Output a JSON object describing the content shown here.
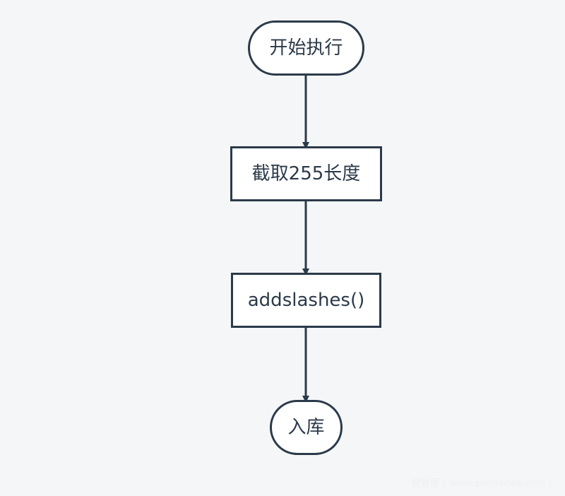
{
  "diagram": {
    "nodes": [
      {
        "id": "start",
        "label": "开始执行",
        "shape": "terminal"
      },
      {
        "id": "truncate",
        "label": "截取255长度",
        "shape": "process"
      },
      {
        "id": "addslashes",
        "label": "addslashes()",
        "shape": "process"
      },
      {
        "id": "store",
        "label": "入库",
        "shape": "terminal"
      }
    ],
    "edges": [
      {
        "from": "start",
        "to": "truncate"
      },
      {
        "from": "truncate",
        "to": "addslashes"
      },
      {
        "from": "addslashes",
        "to": "store"
      }
    ],
    "colors": {
      "background": "#f5f6f7",
      "stroke": "#2b3a4a",
      "fill": "#ffffff",
      "text": "#2b3a4a"
    }
  },
  "watermark": {
    "text": "安全客 ( www.anquanke.com )"
  }
}
